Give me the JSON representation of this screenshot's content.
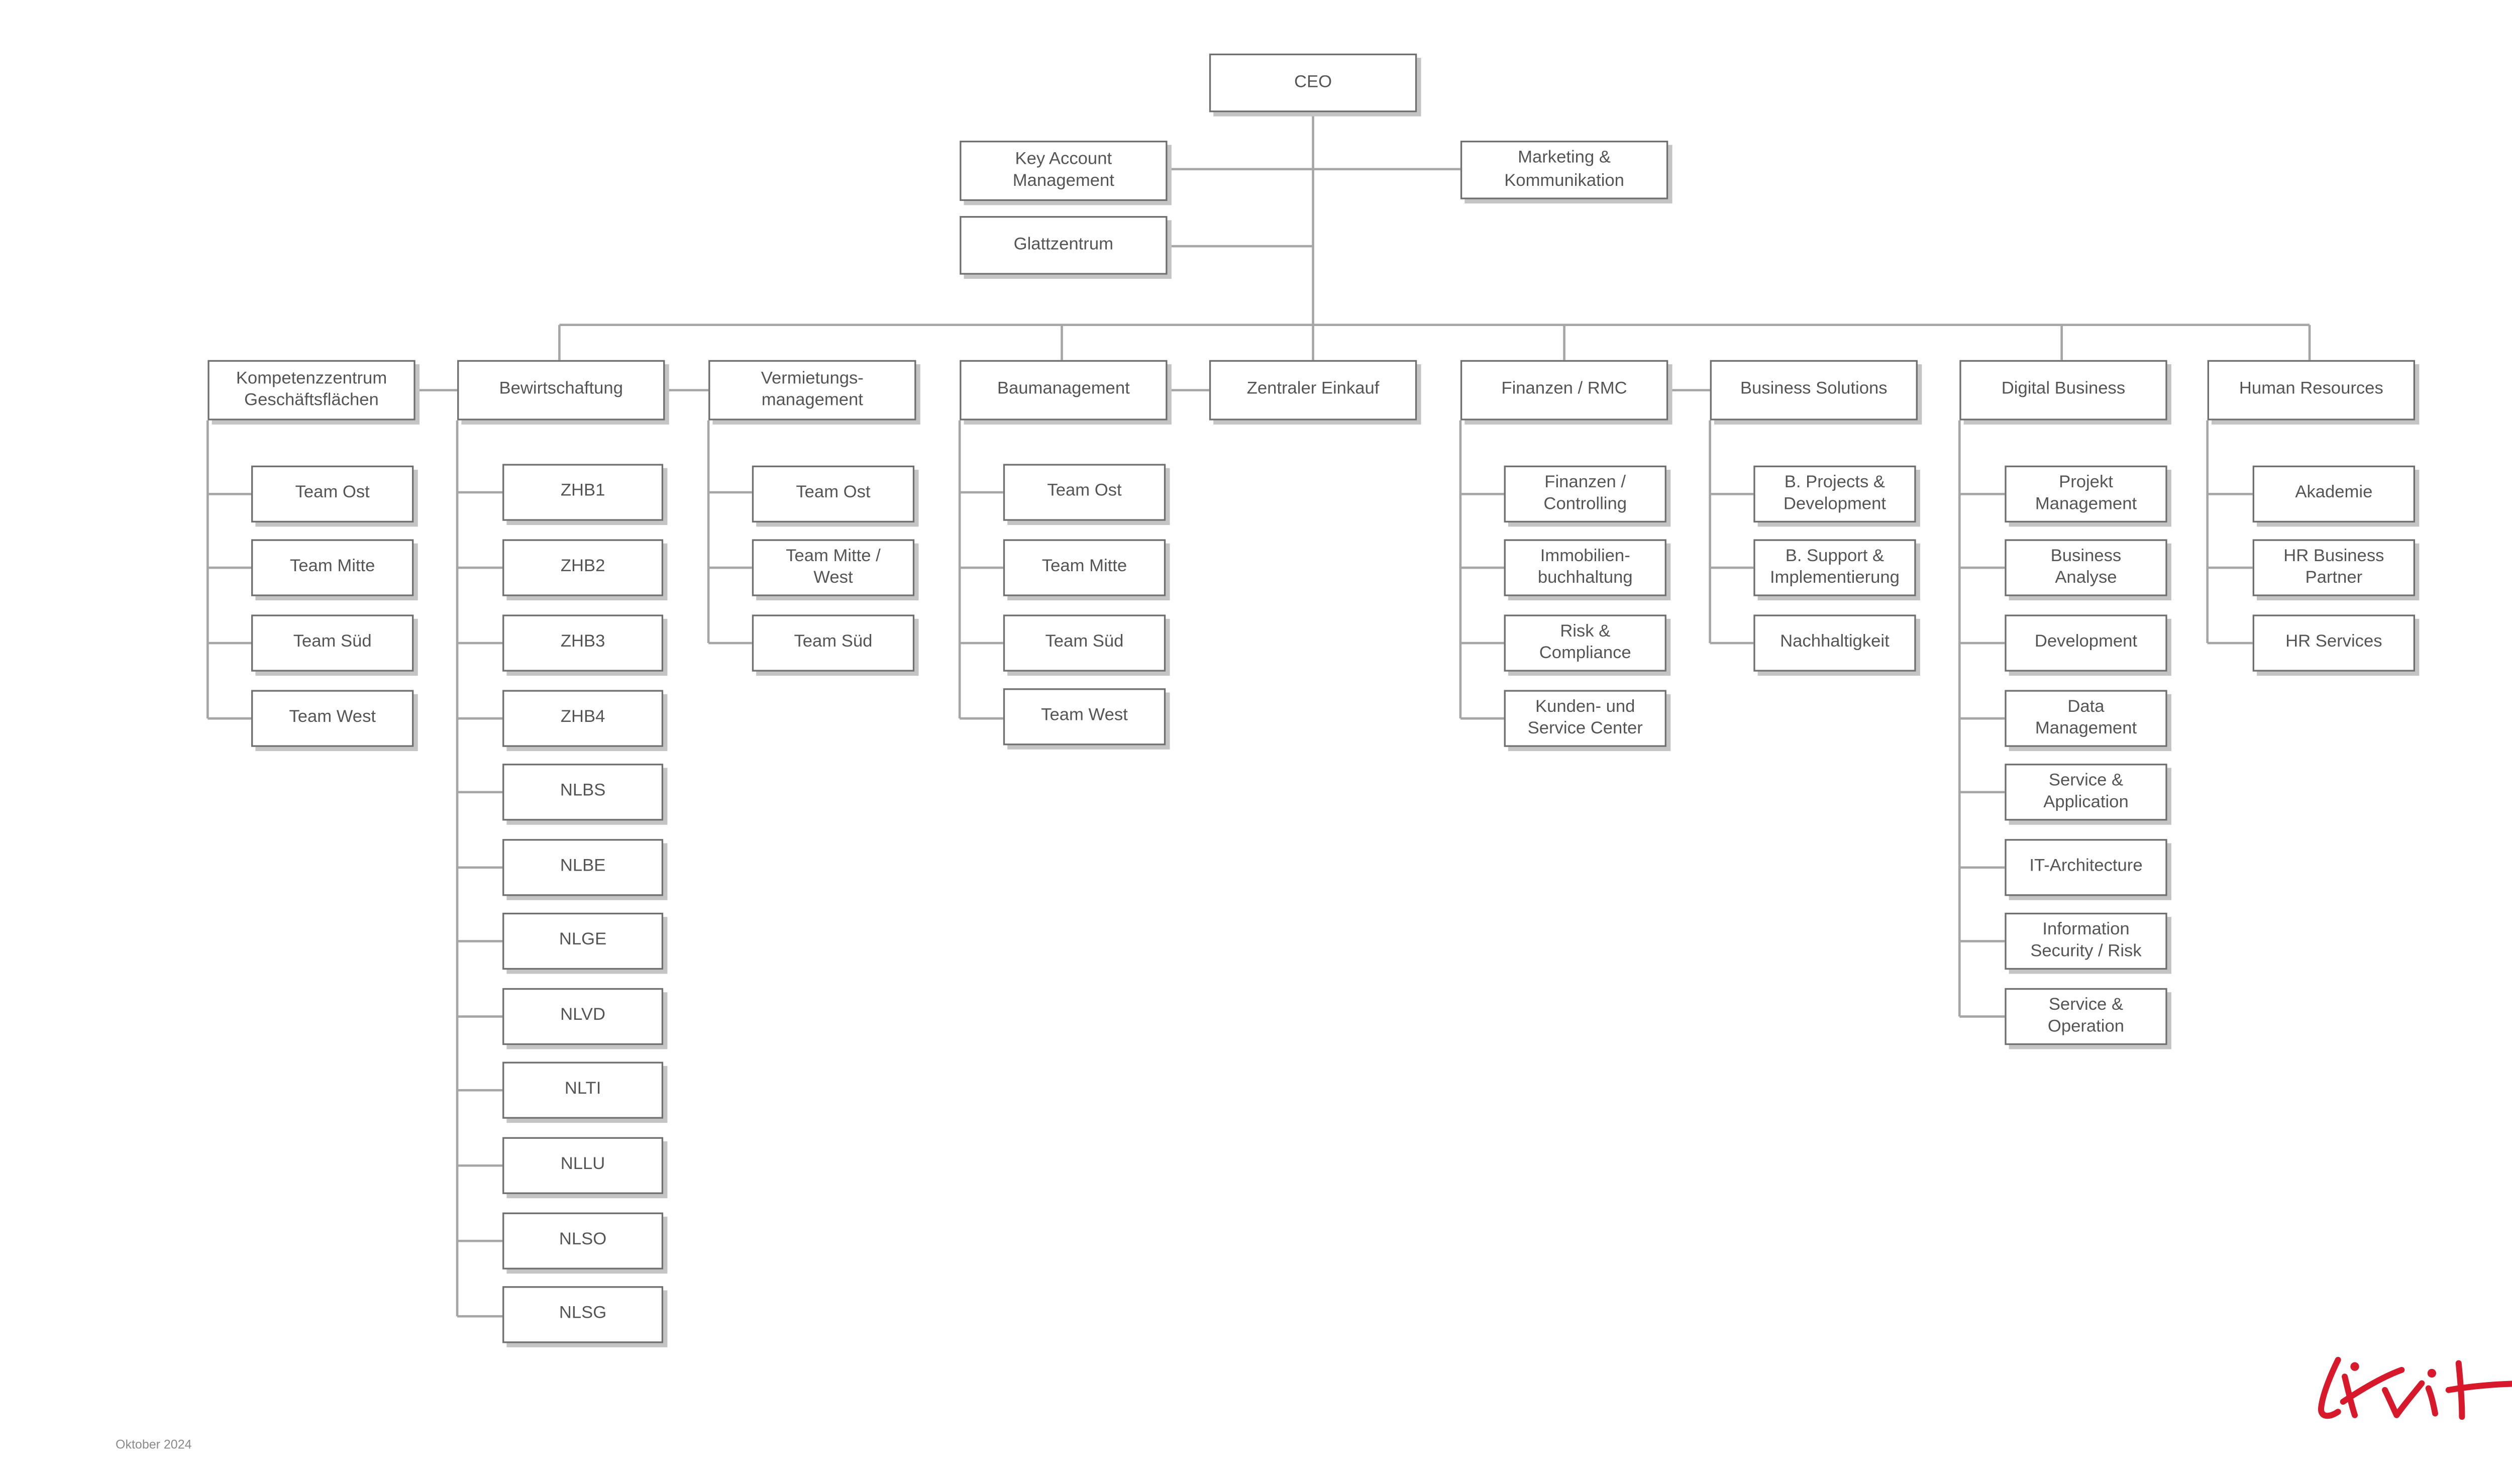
{
  "org": {
    "ceo": "CEO",
    "staff": {
      "key_account": "Key Account\nManagement",
      "glattzentrum": "Glattzentrum",
      "marketing": "Marketing &\nKommunikation"
    },
    "divisions": {
      "kompetenzzentrum": {
        "title": "Kompetenzzentrum\nGeschäftsflächen",
        "units": [
          "Team Ost",
          "Team Mitte",
          "Team Süd",
          "Team West"
        ]
      },
      "bewirtschaftung": {
        "title": "Bewirtschaftung",
        "units": [
          "ZHB1",
          "ZHB2",
          "ZHB3",
          "ZHB4",
          "NLBS",
          "NLBE",
          "NLGE",
          "NLVD",
          "NLTI",
          "NLLU",
          "NLSO",
          "NLSG"
        ]
      },
      "vermietung": {
        "title": "Vermietungs-\nmanagement",
        "units": [
          "Team Ost",
          "Team Mitte /\nWest",
          "Team Süd"
        ]
      },
      "baumanagement": {
        "title": "Baumanagement",
        "units": [
          "Team Ost",
          "Team Mitte",
          "Team Süd",
          "Team West"
        ]
      },
      "einkauf": {
        "title": "Zentraler Einkauf",
        "units": []
      },
      "finanzen": {
        "title": "Finanzen / RMC",
        "units": [
          "Finanzen /\nControlling",
          "Immobilien-\nbuchhaltung",
          "Risk &\nCompliance",
          "Kunden- und\nService Center"
        ]
      },
      "business_solutions": {
        "title": "Business Solutions",
        "units": [
          "B. Projects &\nDevelopment",
          "B. Support &\nImplementierung",
          "Nachhaltigkeit"
        ]
      },
      "digital_business": {
        "title": "Digital Business",
        "units": [
          "Projekt\nManagement",
          "Business\nAnalyse",
          "Development",
          "Data\nManagement",
          "Service &\nApplication",
          "IT-Architecture",
          "Information\nSecurity / Risk",
          "Service &\nOperation"
        ]
      },
      "human_resources": {
        "title": "Human Resources",
        "units": [
          "Akademie",
          "HR Business\nPartner",
          "HR Services"
        ]
      }
    }
  },
  "footer": {
    "date": "Oktober 2024"
  },
  "logo": {
    "icon": "livit-logo-icon",
    "color": "#d7192b"
  },
  "colors": {
    "line": "#a6a6a6",
    "border": "#6f6f6f",
    "shadow": "#c4c4c4",
    "text": "#555555"
  }
}
